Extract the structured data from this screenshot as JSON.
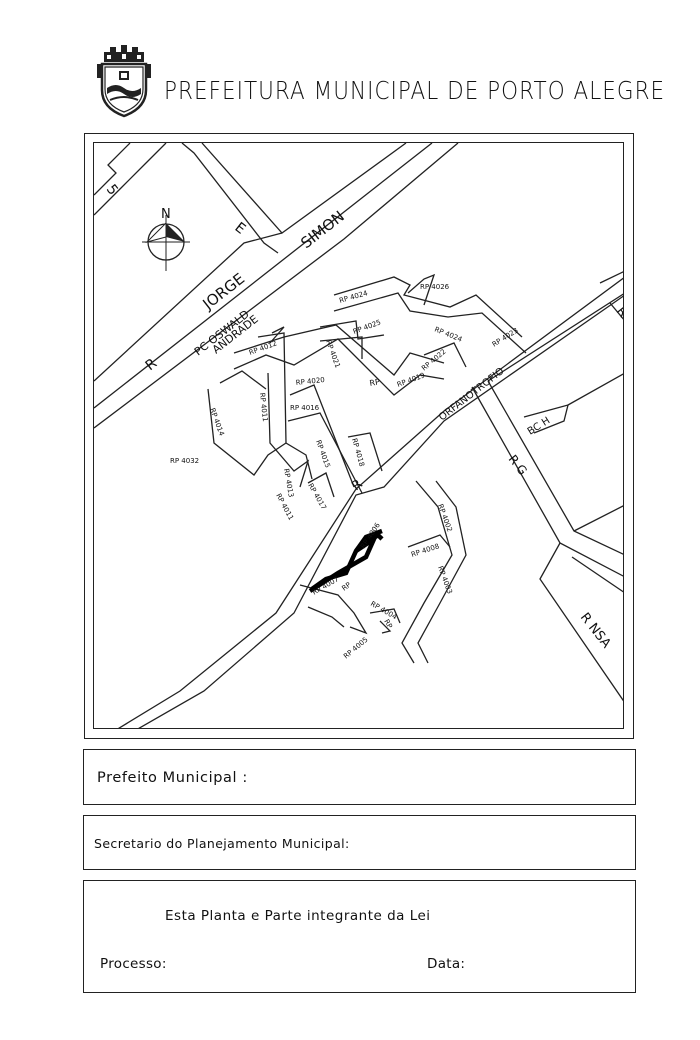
{
  "header": {
    "title": "PREFEITURA MUNICIPAL DE PORTO ALEGRE",
    "crest_icon": "municipal-coat-of-arms"
  },
  "map": {
    "north_label": "N",
    "street_labels": {
      "jorge": "JORGE",
      "simon": "SIMON",
      "r_left": "R",
      "pc_oswald": "PC OSWALD",
      "andrade": "ANDRADE",
      "e": "E",
      "five": "5",
      "orfanotrofio": "ORFANOTROFIO",
      "r_center": "R",
      "r_g": "R G",
      "bc_h": "BC H",
      "r_nsa": "R NSA",
      "r_right": "R",
      "rp_center": "RP"
    },
    "rp_labels": {
      "rp4026": "RP 4026",
      "rp4024a": "RP 4024",
      "rp4025": "RP 4025",
      "rp4024b": "RP 4024",
      "rp4023": "RP 4023",
      "rp4021": "RP 4021",
      "rp4022": "RP 4022",
      "rp4012": "RP 4012",
      "rp4020": "RP 4020",
      "rp4019": "RP 4019",
      "rp4011a": "RP 4011",
      "rp4016": "RP 4016",
      "rp4014": "RP 4014",
      "rp4015": "RP 4015",
      "rp4018": "RP 4018",
      "rp4032": "RP 4032",
      "rp4013": "RP 4013",
      "rp4017": "RP 4017",
      "rp4011b": "RP 4011",
      "rp4006": "RP 4006",
      "rp4008": "RP 4008",
      "rp4007": "RP 4007",
      "rp4003": "RP 4003",
      "rp4002": "RP 4002",
      "rp4004": "RP 4004",
      "rp4005": "RP 4005",
      "rp_inner": "RP",
      "rp_small": "RP"
    },
    "highlight_color": "#000000"
  },
  "form": {
    "prefeito_label": "Prefeito Municipal :",
    "secretario_label": "Secretario do Planejamento Municipal:",
    "planta_text": "Esta Planta e Parte integrante da Lei",
    "processo_label": "Processo:",
    "data_label": "Data:"
  }
}
